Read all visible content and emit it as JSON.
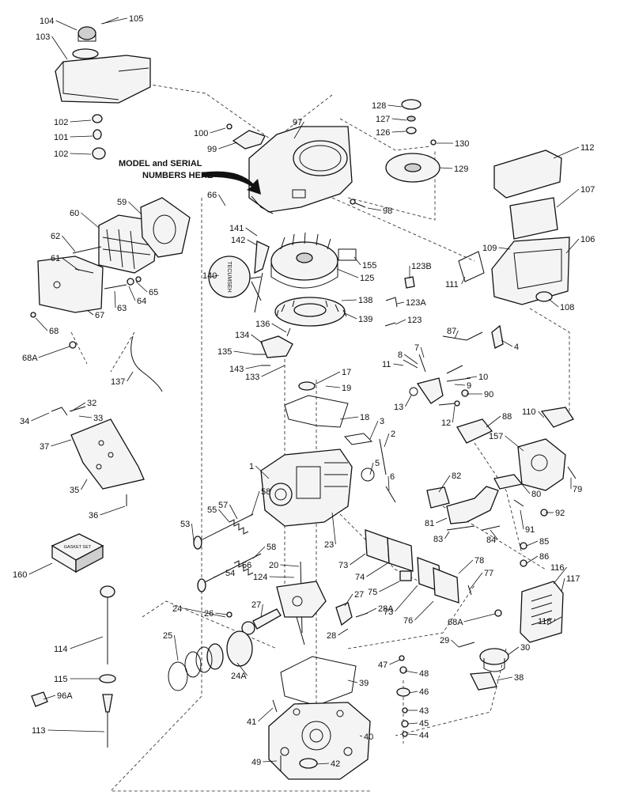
{
  "callout": {
    "line1": "MODEL and SERIAL",
    "line2": "NUMBERS HERE"
  },
  "gasket_set_label": "GASKET SET",
  "decal_text": "TECUMSEH",
  "parts": [
    "1",
    "2",
    "3",
    "4",
    "5",
    "6",
    "7",
    "8",
    "9",
    "10",
    "11",
    "12",
    "13",
    "17",
    "18",
    "19",
    "20",
    "23",
    "24",
    "24A",
    "25",
    "26",
    "27",
    "28",
    "28A",
    "29",
    "30",
    "32",
    "33",
    "34",
    "35",
    "36",
    "37",
    "38",
    "39",
    "40",
    "41",
    "42",
    "43",
    "44",
    "45",
    "46",
    "47",
    "48",
    "49",
    "53",
    "54",
    "55",
    "56",
    "57",
    "58",
    "59",
    "60",
    "61",
    "62",
    "63",
    "64",
    "65",
    "66",
    "67",
    "68",
    "68A",
    "73",
    "74",
    "75",
    "76",
    "77",
    "78",
    "79",
    "80",
    "81",
    "82",
    "83",
    "84",
    "85",
    "86",
    "87",
    "88",
    "90",
    "91",
    "92",
    "96A",
    "97",
    "98",
    "99",
    "100",
    "101",
    "102",
    "103",
    "104",
    "105",
    "106",
    "107",
    "108",
    "109",
    "110",
    "111",
    "112",
    "113",
    "114",
    "115",
    "116",
    "117",
    "118",
    "123",
    "123A",
    "123B",
    "124",
    "125",
    "126",
    "127",
    "128",
    "129",
    "130",
    "133",
    "134",
    "135",
    "136",
    "137",
    "138",
    "139",
    "140",
    "141",
    "142",
    "143",
    "155",
    "157",
    "160"
  ]
}
